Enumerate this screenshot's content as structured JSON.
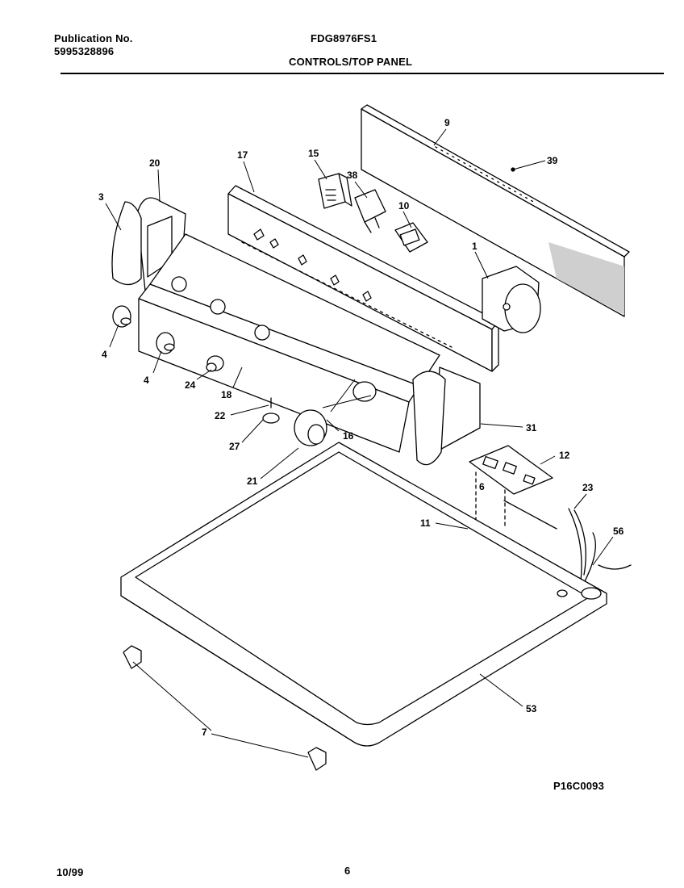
{
  "header": {
    "publication_label": "Publication No.",
    "publication_number": "5995328896",
    "model": "FDG8976FS1",
    "section_title": "CONTROLS/TOP PANEL"
  },
  "diagram": {
    "drawing_number": "P16C0093",
    "callouts": [
      "9",
      "39",
      "17",
      "15",
      "38",
      "10",
      "20",
      "3",
      "1",
      "4",
      "4",
      "24",
      "18",
      "22",
      "16",
      "31",
      "27",
      "21",
      "12",
      "6",
      "23",
      "11",
      "56",
      "53",
      "7"
    ]
  },
  "footer": {
    "date": "10/99",
    "page_number": "6"
  }
}
